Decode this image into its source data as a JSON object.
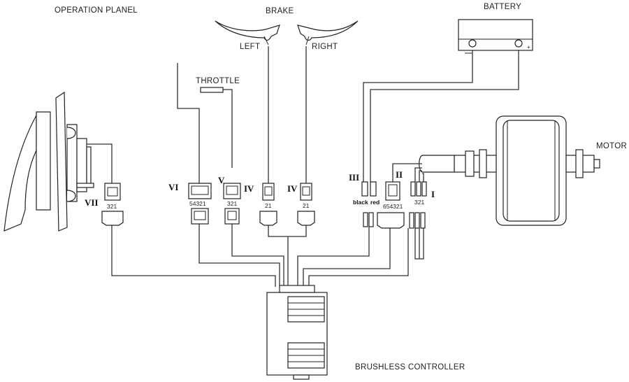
{
  "labels": {
    "operation_panel": "OPERATION PLANEL",
    "brake": "BRAKE",
    "left": "LEFT",
    "right": "RIGHT",
    "battery": "BATTERY",
    "throttle": "THROTTLE",
    "motor": "MOTOR",
    "controller": "BRUSHLESS CONTROLLER"
  },
  "connectors": {
    "vii": {
      "roman": "VII",
      "pins": "321"
    },
    "vi": {
      "roman": "VI",
      "pins": "54321"
    },
    "v": {
      "roman": "V",
      "pins": "321"
    },
    "iv_left": {
      "roman": "IV",
      "pins": "21"
    },
    "iv_right": {
      "roman": "IV",
      "pins": "21"
    },
    "iii": {
      "roman": "III",
      "black": "black",
      "red": "red"
    },
    "ii": {
      "roman": "II",
      "pins": "654321"
    },
    "i": {
      "roman": "I",
      "pins": "321"
    }
  },
  "battery_terminals": {
    "minus": "−",
    "plus": "+"
  }
}
